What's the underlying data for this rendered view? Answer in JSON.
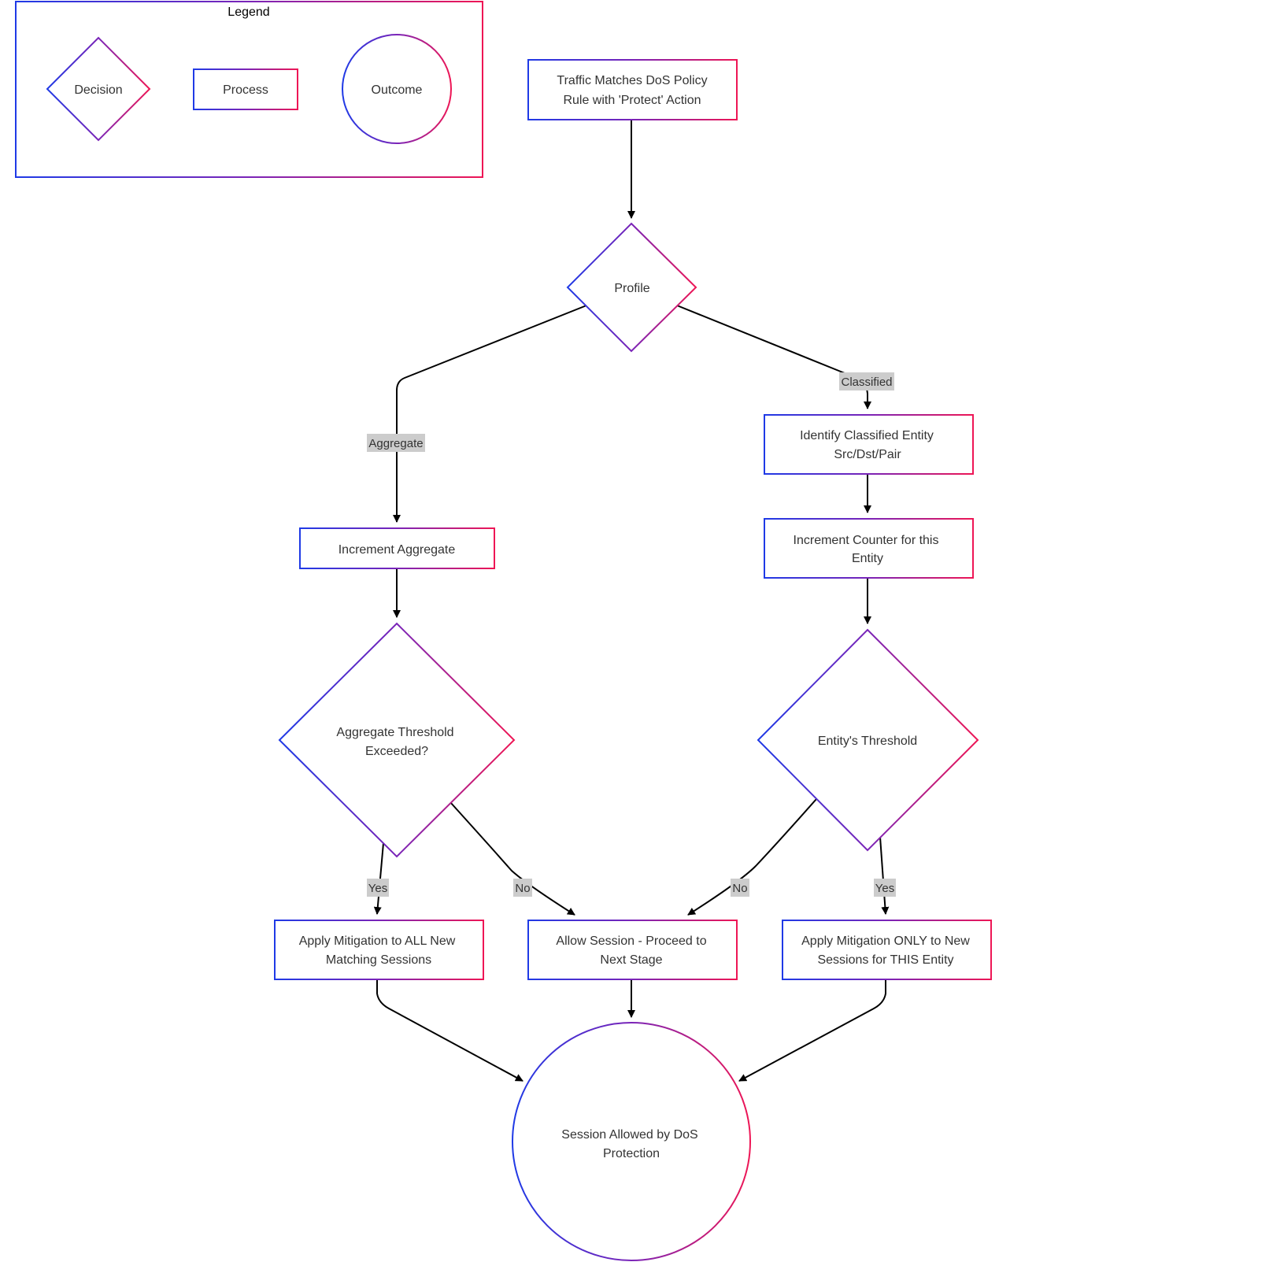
{
  "colors": {
    "gradient_start": "#1f3ae6",
    "gradient_mid": "#7a24b8",
    "gradient_end": "#ee1655",
    "edge": "#000000",
    "edge_label_bg": "#cccccc",
    "text": "#333333"
  },
  "legend": {
    "title": "Legend",
    "decision": "Decision",
    "process": "Process",
    "outcome": "Outcome"
  },
  "nodes": {
    "start": [
      "Traffic Matches DoS Policy",
      "Rule with 'Protect' Action"
    ],
    "profile": [
      "Profile"
    ],
    "identify_entity": [
      "Identify Classified Entity",
      "Src/Dst/Pair"
    ],
    "increment_aggregate": [
      "Increment Aggregate"
    ],
    "increment_counter": [
      "Increment Counter for this",
      "Entity"
    ],
    "aggregate_threshold": [
      "Aggregate Threshold",
      "Exceeded?"
    ],
    "entity_threshold": [
      "Entity's Threshold"
    ],
    "mitigate_all": [
      "Apply Mitigation to ALL New",
      "Matching Sessions"
    ],
    "allow_session": [
      "Allow Session - Proceed to",
      "Next Stage"
    ],
    "mitigate_entity": [
      "Apply Mitigation ONLY to New",
      "Sessions for THIS Entity"
    ],
    "session_allowed": [
      "Session Allowed by DoS",
      "Protection"
    ]
  },
  "edge_labels": {
    "aggregate": "Aggregate",
    "classified": "Classified",
    "yes_left": "Yes",
    "no_left": "No",
    "no_right": "No",
    "yes_right": "Yes"
  }
}
